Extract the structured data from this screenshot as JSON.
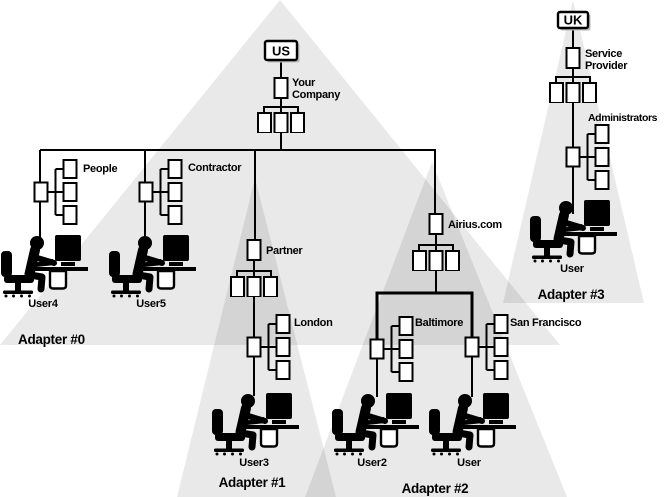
{
  "us_tree": {
    "root_label": "US",
    "company_line1": "Your",
    "company_line2": "Company",
    "people_label": "People",
    "contractor_label": "Contractor",
    "partner_label": "Partner",
    "london_label": "London",
    "airius_label": "Airius.com",
    "baltimore_label": "Baltimore",
    "san_francisco_label": "San Francisco"
  },
  "uk_tree": {
    "root_label": "UK",
    "service_line1": "Service",
    "service_line2": "Provider",
    "administrators_label": "Administrators"
  },
  "users": {
    "user4": "User4",
    "user5": "User5",
    "user3": "User3",
    "user2": "User2",
    "user_sf": "User",
    "user_uk": "User"
  },
  "adapters": {
    "adapter0": "Adapter #0",
    "adapter1": "Adapter #1",
    "adapter2": "Adapter #2",
    "adapter3": "Adapter #3"
  },
  "colors": {
    "triangle_fill": "rgba(0,0,0,0.088)",
    "line": "#000000",
    "box_fill": "#ffffff"
  }
}
